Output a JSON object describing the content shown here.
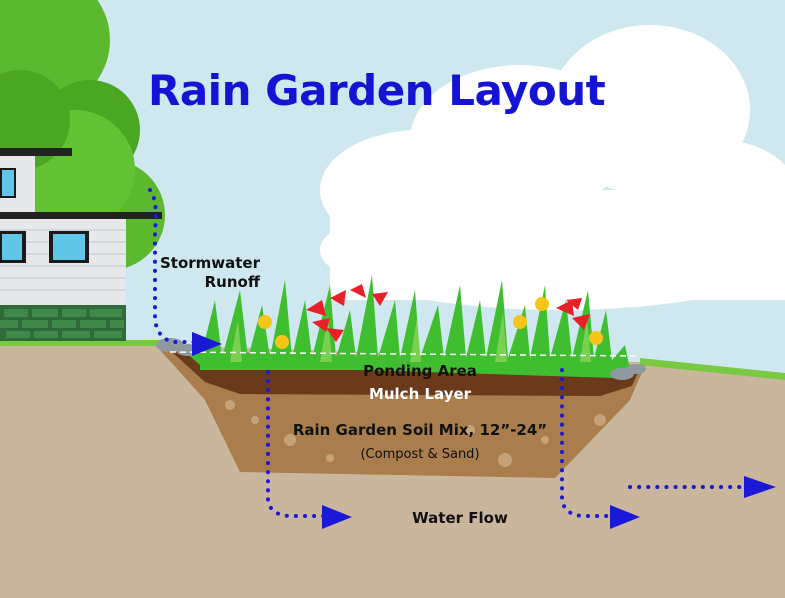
{
  "title": "Rain Garden Layout",
  "labels": {
    "runoff_line1": "Stormwater",
    "runoff_line2": "Runoff",
    "ponding": "Ponding Area",
    "mulch": "Mulch Layer",
    "soil": "Rain Garden Soil Mix, 12”-24”",
    "soil_note": "(Compost & Sand)",
    "water_flow": "Water Flow"
  },
  "colors": {
    "title": "#1414d2",
    "sky": "#cfe8f0",
    "cloud": "#ffffff",
    "ground": "#c9b69d",
    "grass_line": "#7ac943",
    "grass": "#3fbf2f",
    "mulch": "#6b3a1a",
    "soil": "#a97d4c",
    "flow_arrow": "#1a1ad6",
    "house_siding": "#e6e8ea",
    "foundation": "#2f6b3a",
    "tree": "#5cb82e",
    "flower_red": "#e8202a",
    "flower_yellow": "#f5c518"
  },
  "icons": [
    "house",
    "tree",
    "cloud",
    "grass",
    "red-flower",
    "yellow-flower",
    "rock",
    "flow-arrow"
  ]
}
